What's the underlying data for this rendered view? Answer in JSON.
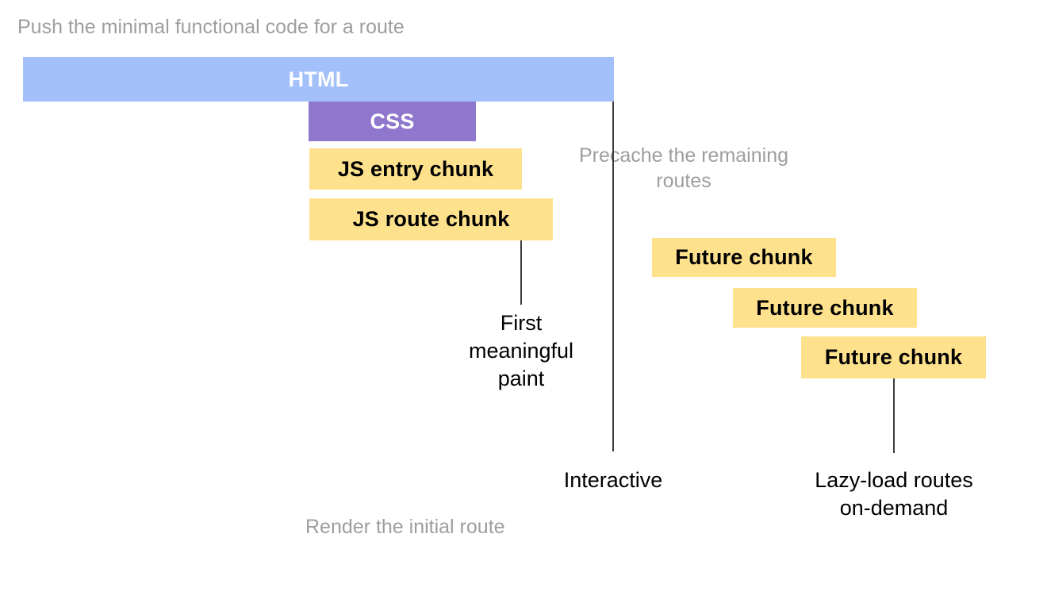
{
  "diagram": {
    "title": "Push the minimal functional code for a route",
    "captions": {
      "push": "Push the minimal functional code for a route",
      "precache": "Precache the remaining\nroutes",
      "render": "Render the initial route"
    },
    "bars": [
      {
        "id": "html",
        "label": "HTML",
        "color": "#a4c0fb",
        "text_color": "#ffffff"
      },
      {
        "id": "css",
        "label": "CSS",
        "color": "#8e77cd",
        "text_color": "#ffffff"
      },
      {
        "id": "js-entry",
        "label": "JS entry chunk",
        "color": "#fde18c",
        "text_color": "#000000"
      },
      {
        "id": "js-route",
        "label": "JS route chunk",
        "color": "#fde18c",
        "text_color": "#000000"
      },
      {
        "id": "future-1",
        "label": "Future chunk",
        "color": "#fde18c",
        "text_color": "#000000"
      },
      {
        "id": "future-2",
        "label": "Future chunk",
        "color": "#fde18c",
        "text_color": "#000000"
      },
      {
        "id": "future-3",
        "label": "Future chunk",
        "color": "#fde18c",
        "text_color": "#000000"
      }
    ],
    "milestones": [
      {
        "id": "fmp",
        "label": "First\nmeaningful\npaint"
      },
      {
        "id": "interactive",
        "label": "Interactive"
      },
      {
        "id": "lazy",
        "label": "Lazy-load routes\non-demand"
      }
    ],
    "colors": {
      "html_bar": "#a4c0fb",
      "css_bar": "#8e77cd",
      "chunk_bar": "#fde18c",
      "caption_grey": "#9e9e9e",
      "connector_line": "#3c3c3c",
      "background": "#ffffff"
    }
  }
}
